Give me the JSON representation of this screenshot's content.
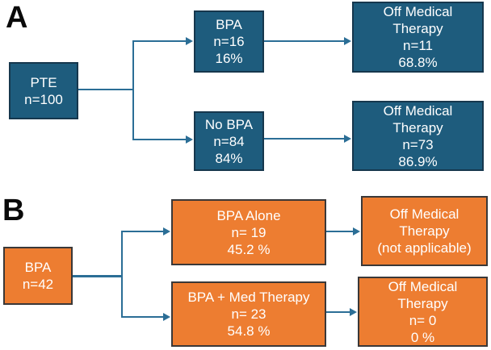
{
  "colors": {
    "teal": "#1E5C7D",
    "teal-border": "#16374D",
    "orange": "#ED7D31",
    "orange-border": "#3A3838",
    "line": "#2B6E96",
    "text": "#FFFFFF",
    "label": "#0A0A0A"
  },
  "panel_a": {
    "label": "A",
    "pte": [
      "PTE",
      "n=100"
    ],
    "bpa": [
      "BPA",
      "n=16",
      "16%"
    ],
    "no_bpa": [
      "No BPA",
      "n=84",
      "84%"
    ],
    "off_medical_bpa": [
      "Off Medical",
      "Therapy",
      "n=11",
      "68.8%"
    ],
    "off_medical_no_bpa": [
      "Off Medical",
      "Therapy",
      "n=73",
      "86.9%"
    ]
  },
  "panel_b": {
    "label": "B",
    "bpa": [
      "BPA",
      "n=42"
    ],
    "bpa_alone": [
      "BPA Alone",
      "n= 19",
      "45.2 %"
    ],
    "bpa_med_therapy": [
      "BPA + Med Therapy",
      "n= 23",
      "54.8 %"
    ],
    "off_medical_not_applicable": [
      "Off Medical",
      "Therapy",
      "(not applicable)"
    ],
    "off_medical_zero": [
      "Off Medical",
      "Therapy",
      "n= 0",
      "0 %"
    ]
  }
}
